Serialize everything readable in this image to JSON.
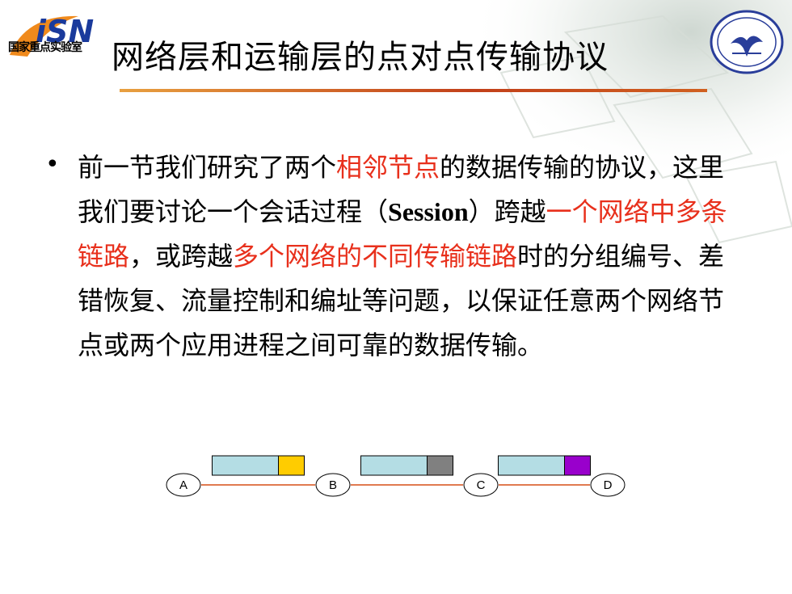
{
  "header": {
    "logo_text": "iSN",
    "lab_label": "国家重点实验室",
    "title": "网络层和运输层的点对点传输协议"
  },
  "bullet": {
    "segments": [
      {
        "text": "前一节我们研究了两个",
        "style": "normal"
      },
      {
        "text": "相邻节点",
        "style": "red"
      },
      {
        "text": "的数据传输的协议，这里我们要讨论一个会话过程（",
        "style": "normal"
      },
      {
        "text": "Session",
        "style": "latin"
      },
      {
        "text": "）跨越",
        "style": "normal"
      },
      {
        "text": "一个网络中多条链路",
        "style": "red"
      },
      {
        "text": "，或跨越",
        "style": "normal"
      },
      {
        "text": "多个网络的不同传输链路",
        "style": "red"
      },
      {
        "text": "时的分组编号、差错恢复、流量控制和编址等问题，以保证任意两个网络节点或两个应用进程之间可靠的数据传输。",
        "style": "normal"
      }
    ]
  },
  "diagram": {
    "nodes": [
      "A",
      "B",
      "C",
      "D"
    ],
    "packet_tail_colors": [
      "#ffcc00",
      "#808080",
      "#9900cc"
    ],
    "packet_body_color": "#b4dde4",
    "link_color": "#e07a50"
  }
}
